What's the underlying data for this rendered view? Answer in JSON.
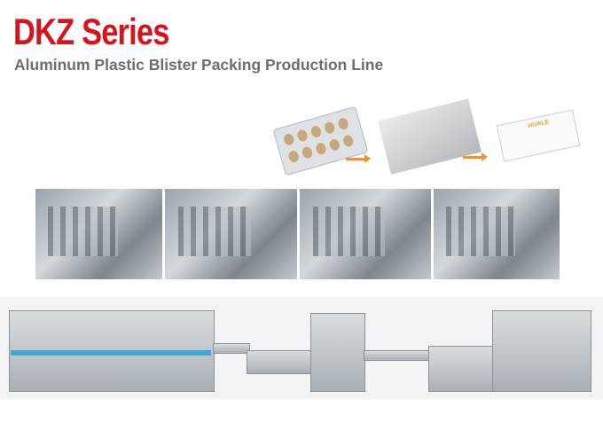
{
  "header": {
    "title": "DKZ Series",
    "subtitle": "Aluminum Plastic Blister Packing Production Line"
  },
  "products": {
    "box_brand": "HUALE"
  },
  "colors": {
    "title": "#d7141c",
    "subtitle": "#6e6e6e",
    "arrow": "#f0922e"
  }
}
